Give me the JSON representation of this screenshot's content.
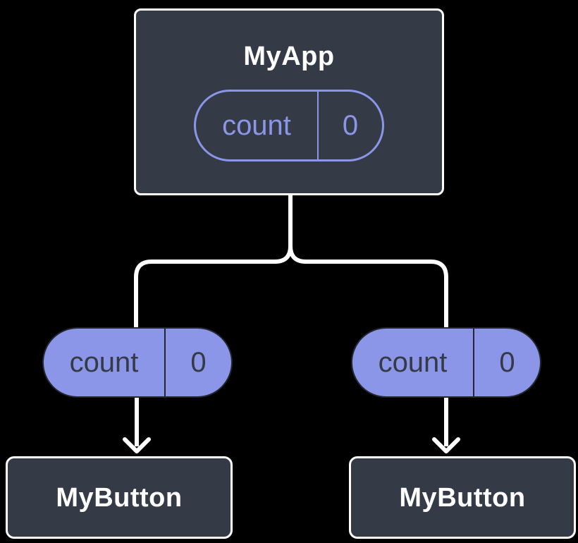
{
  "colors": {
    "background": "#000000",
    "box_fill": "#343A46",
    "box_border": "#FFFFFF",
    "title_text": "#FFFFFF",
    "accent_purple": "#8B96E8",
    "pill_dark_text": "#343A46",
    "pill_dark_border": "#23272F",
    "connector": "#FFFFFF"
  },
  "root_component": {
    "label": "MyApp",
    "state_pill": {
      "name": "count",
      "value": "0"
    }
  },
  "prop_pills": {
    "left": {
      "name": "count",
      "value": "0"
    },
    "right": {
      "name": "count",
      "value": "0"
    }
  },
  "child_components": {
    "left": {
      "label": "MyButton"
    },
    "right": {
      "label": "MyButton"
    }
  }
}
